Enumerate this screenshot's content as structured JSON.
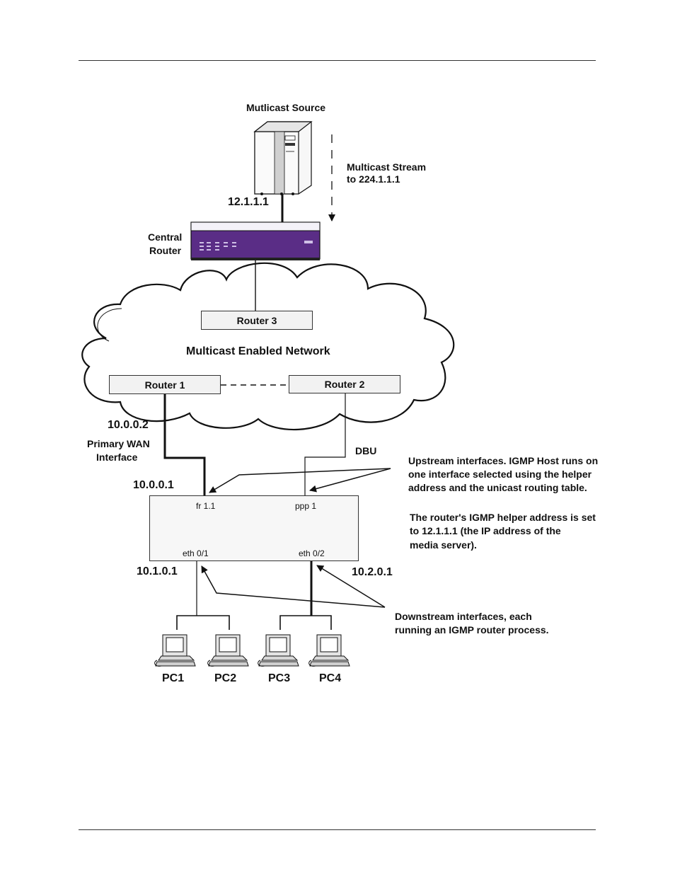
{
  "figure": {
    "source_title": "Mutlicast Source",
    "stream_label_line1": "Multicast Stream",
    "stream_label_line2": "to 224.1.1.1",
    "source_ip": "12.1.1.1",
    "central_router_line1": "Central",
    "central_router_line2": "Router",
    "network_label": "Multicast Enabled Network",
    "router3": "Router 3",
    "router1": "Router 1",
    "router2": "Router 2",
    "wan_ip": "10.0.0.2",
    "wan_label_line1": "Primary WAN",
    "wan_label_line2": "Interface",
    "dbu": "DBU",
    "upstream_ip": "10.0.0.1",
    "if_fr": "fr 1.1",
    "if_ppp": "ppp 1",
    "if_eth1": "eth 0/1",
    "if_eth2": "eth 0/2",
    "eth1_ip": "10.1.0.1",
    "eth2_ip": "10.2.0.1",
    "upstream_note_line1": "Upstream interfaces. IGMP Host runs on",
    "upstream_note_line2": "one interface selected using  the helper",
    "upstream_note_line3": "address and the unicast routing table.",
    "helper_note_line1": "The router's IGMP helper address is set",
    "helper_note_line2": "to 12.1.1.1 (the IP address of the",
    "helper_note_line3": "media server).",
    "downstream_note_line1": "Downstream interfaces, each",
    "downstream_note_line2": "running an IGMP router process.",
    "pc1": "PC1",
    "pc2": "PC2",
    "pc3": "PC3",
    "pc4": "PC4"
  },
  "colors": {
    "router_purple": "#5a2d86",
    "box_fill": "#f2f2f2"
  }
}
